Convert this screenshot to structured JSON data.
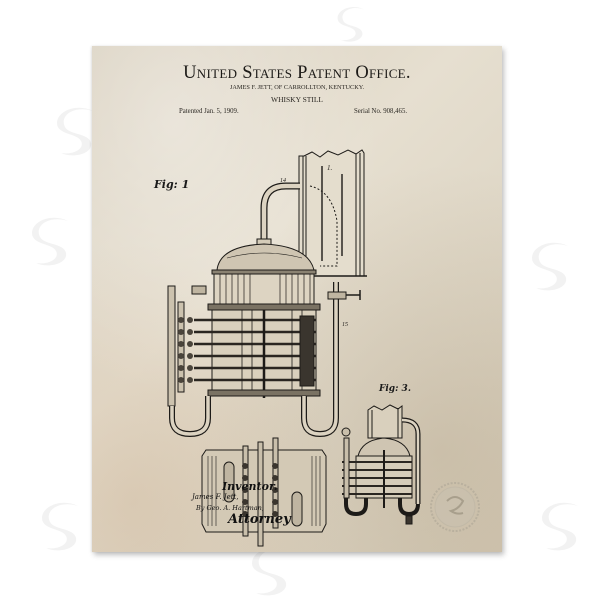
{
  "header": {
    "title": "United States Patent Office.",
    "inventor_line": "JAMES F. JETT, OF CARROLLTON, KENTUCKY.",
    "invention": "WHISKY STILL",
    "patented": "Patented Jan. 5, 1909.",
    "serial": "Serial No. 908,465."
  },
  "figures": {
    "fig1_label": "Fig: 1",
    "fig3_label": "Fig: 3."
  },
  "signature": {
    "inventor_label": "Inventor.",
    "inventor_name": "James F. Jett,",
    "by_line": "By Geo. A. Hartman,",
    "attorney_label": "Attorney"
  },
  "colors": {
    "paper": "#e0d8c7",
    "ink": "#1c1a17",
    "background": "#ffffff"
  }
}
